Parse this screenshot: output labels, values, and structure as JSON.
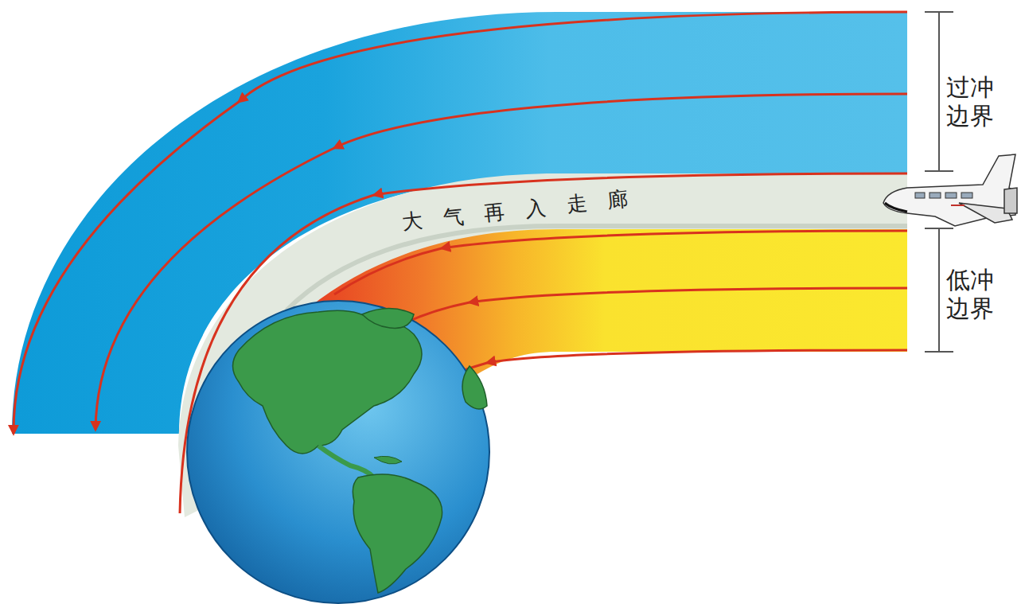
{
  "diagram": {
    "labels": [
      "过冲边界",
      "大气再入走廊",
      "低冲边界"
    ]
  }
}
